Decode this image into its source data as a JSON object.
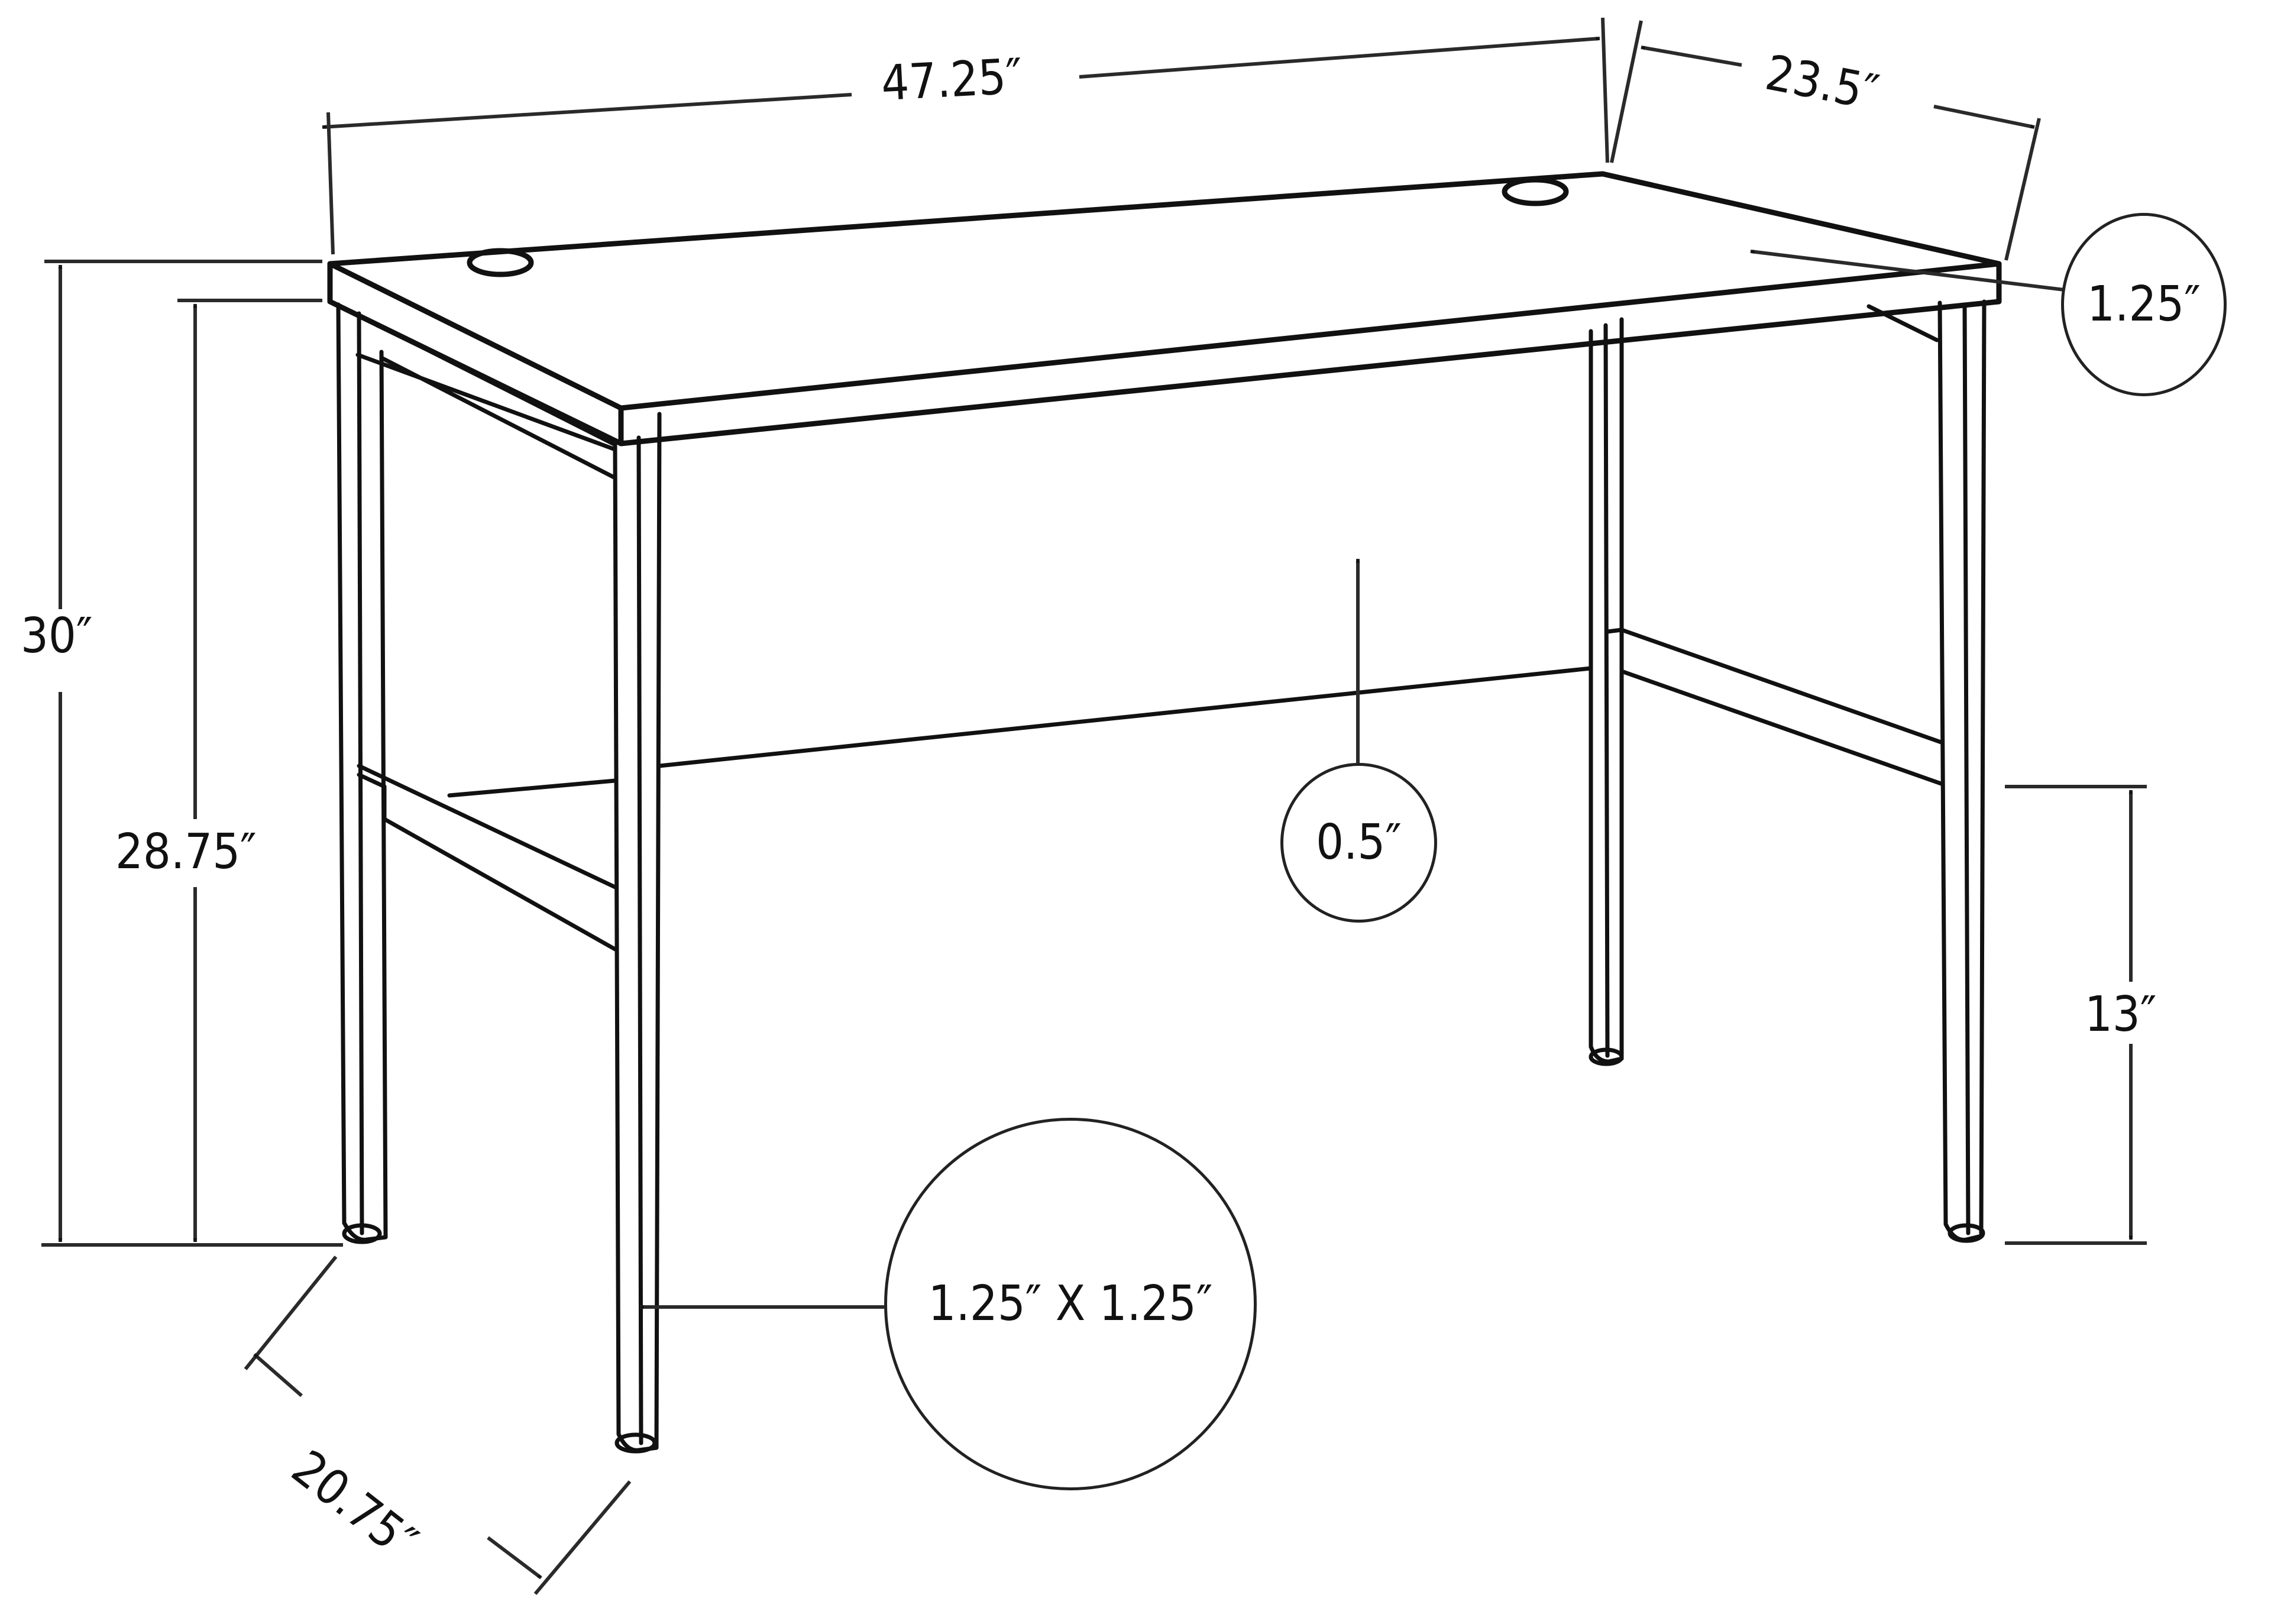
{
  "diagram": {
    "subject": "Desk dimension line drawing",
    "stroke_color": "#111111",
    "background_color": "#ffffff"
  },
  "dimensions": {
    "overall_width": "47.25″",
    "overall_depth": "23.5″",
    "overall_height": "30″",
    "under_top_height": "28.75″",
    "top_thickness": "1.25″",
    "panel_thickness": "0.5″",
    "stretcher_height": "13″",
    "leg_size": "1.25″ X 1.25″",
    "leg_depth_span": "20.75″"
  }
}
